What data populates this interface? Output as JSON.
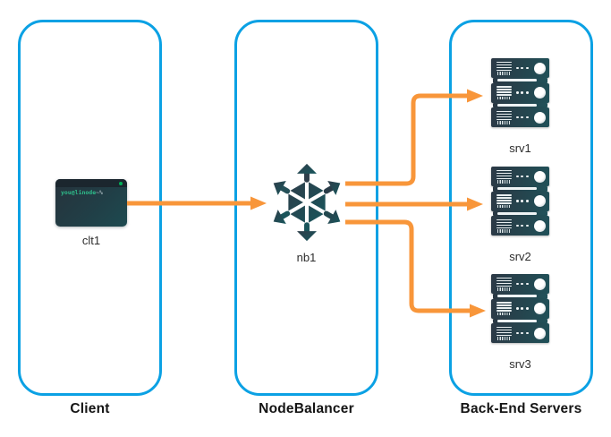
{
  "diagram": {
    "colors": {
      "group_border_blue": "#0BA1E4",
      "arrow_orange": "#F8963A",
      "icon_dark_navy": "#2E3D49",
      "icon_teal": "#17565C",
      "terminal_prompt_green": "#2EBD8B",
      "status_dot_green": "#00B159",
      "label_text": "#141414"
    },
    "groups": [
      {
        "label": "Client",
        "nodes": [
          {
            "id": "clt1",
            "label": "clt1",
            "icon": "terminal-icon"
          }
        ]
      },
      {
        "label": "NodeBalancer",
        "nodes": [
          {
            "id": "nb1",
            "label": "nb1",
            "icon": "nodebalancer-icon"
          }
        ]
      },
      {
        "label": "Back-End Servers",
        "nodes": [
          {
            "id": "srv1",
            "label": "srv1",
            "icon": "server-stack-icon"
          },
          {
            "id": "srv2",
            "label": "srv2",
            "icon": "server-stack-icon"
          },
          {
            "id": "srv3",
            "label": "srv3",
            "icon": "server-stack-icon"
          }
        ]
      }
    ],
    "terminal": {
      "prompt": "you@linode~%",
      "prompt_user": "you@linode",
      "prompt_suffix": "~%"
    },
    "edges": [
      {
        "from": "clt1",
        "to": "nb1"
      },
      {
        "from": "nb1",
        "to": "srv1"
      },
      {
        "from": "nb1",
        "to": "srv2"
      },
      {
        "from": "nb1",
        "to": "srv3"
      }
    ]
  }
}
